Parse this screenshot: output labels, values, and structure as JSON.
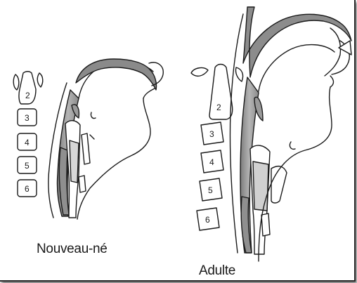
{
  "panels": {
    "newborn": {
      "label": "Nouveau-né",
      "vertebrae": [
        "2",
        "3",
        "4",
        "5",
        "6"
      ]
    },
    "adult": {
      "label": "Adulte",
      "vertebrae": [
        "2",
        "3",
        "4",
        "5",
        "6"
      ]
    }
  },
  "colors": {
    "line": "#1a1a1a",
    "shade": "#9a9a9a",
    "shade_light": "#c8c8c8",
    "background": "#ffffff"
  }
}
